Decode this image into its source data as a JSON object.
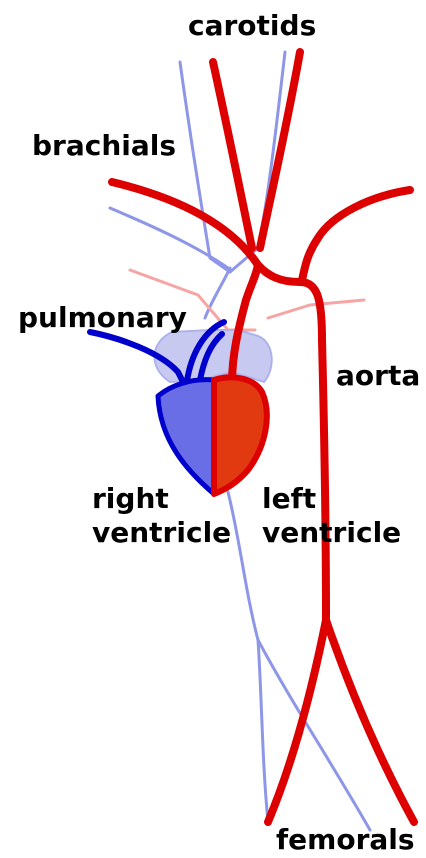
{
  "labels": {
    "carotids": "carotids",
    "brachials": "brachials",
    "pulmonary": "pulmonary",
    "aorta": "aorta",
    "right_ventricle_line1": "right",
    "right_ventricle_line2": "ventricle",
    "left_ventricle_line1": "left",
    "left_ventricle_line2": "ventricle",
    "femorals": "femorals"
  },
  "colors": {
    "artery_red": "#dd0000",
    "vein_light_blue": "#8e96e8",
    "pulmonary_dark_blue": "#0000cc",
    "right_ventricle_fill": "#6a6ee6",
    "left_ventricle_fill": "#e23a10",
    "atrium_fill": "#c7c9f1",
    "pulmonary_light_pink": "#f7a4a4",
    "text": "#000000"
  }
}
